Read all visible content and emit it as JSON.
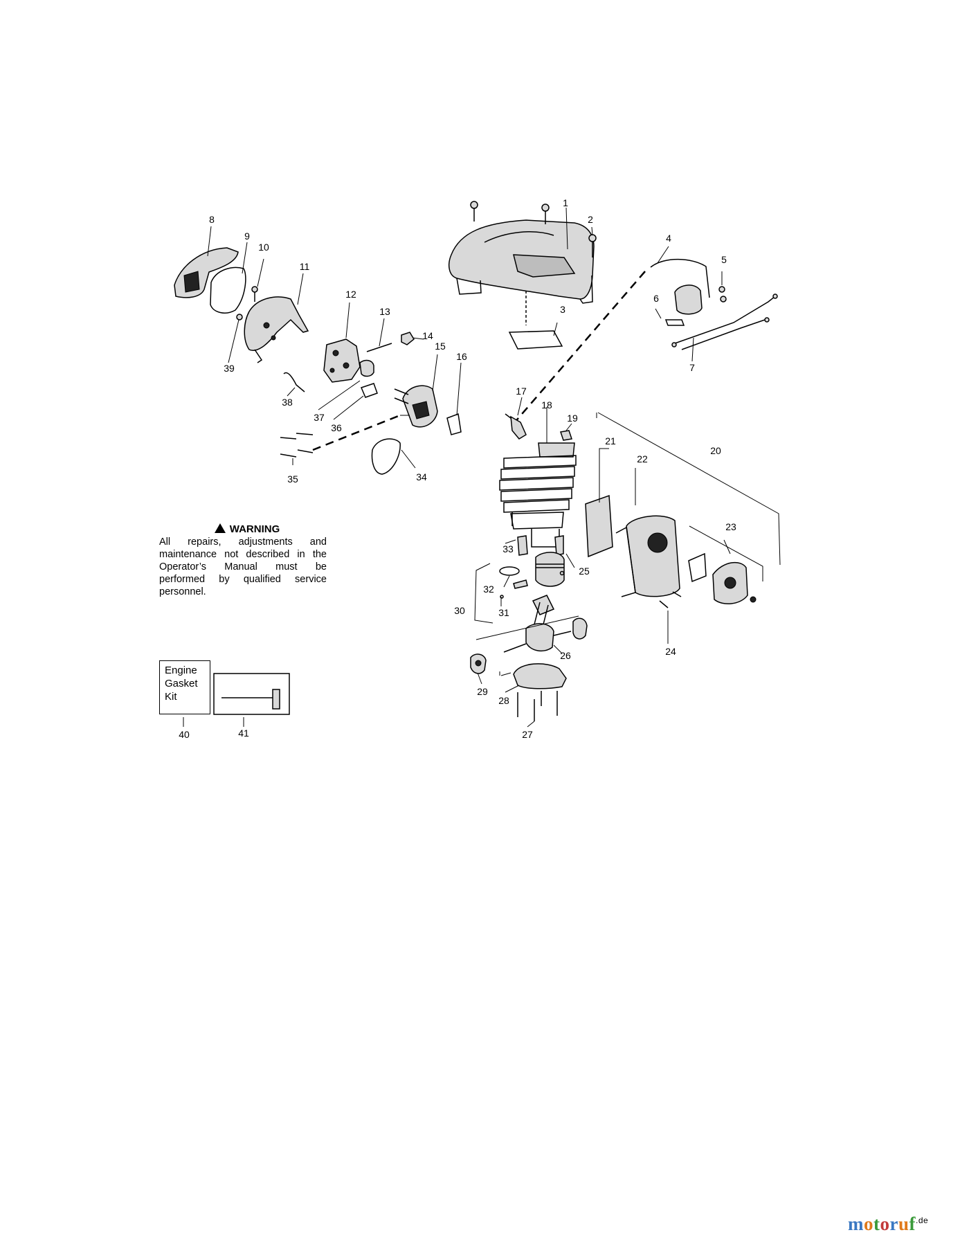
{
  "callouts": [
    "1",
    "2",
    "3",
    "4",
    "5",
    "6",
    "7",
    "8",
    "9",
    "10",
    "11",
    "12",
    "13",
    "14",
    "15",
    "16",
    "17",
    "18",
    "19",
    "20",
    "21",
    "22",
    "23",
    "24",
    "25",
    "26",
    "27",
    "28",
    "29",
    "30",
    "31",
    "32",
    "33",
    "34",
    "35",
    "36",
    "37",
    "38",
    "39",
    "40",
    "41"
  ],
  "warning": {
    "title": "WARNING",
    "body": "All repairs, adjustments and maintenance not described in the Operator’s Manual must be performed by qualified service personnel."
  },
  "kit_box": {
    "line1": "Engine",
    "line2": "Gasket",
    "line3": "Kit"
  },
  "logo": {
    "letters": [
      "m",
      "o",
      "t",
      "o",
      "r",
      "u",
      "f"
    ],
    "suffix": ".de",
    "colors": [
      "#3a78c2",
      "#e07a1a",
      "#3a9a3a",
      "#c23a3a",
      "#3a78c2",
      "#e07a1a",
      "#3a9a3a"
    ]
  }
}
